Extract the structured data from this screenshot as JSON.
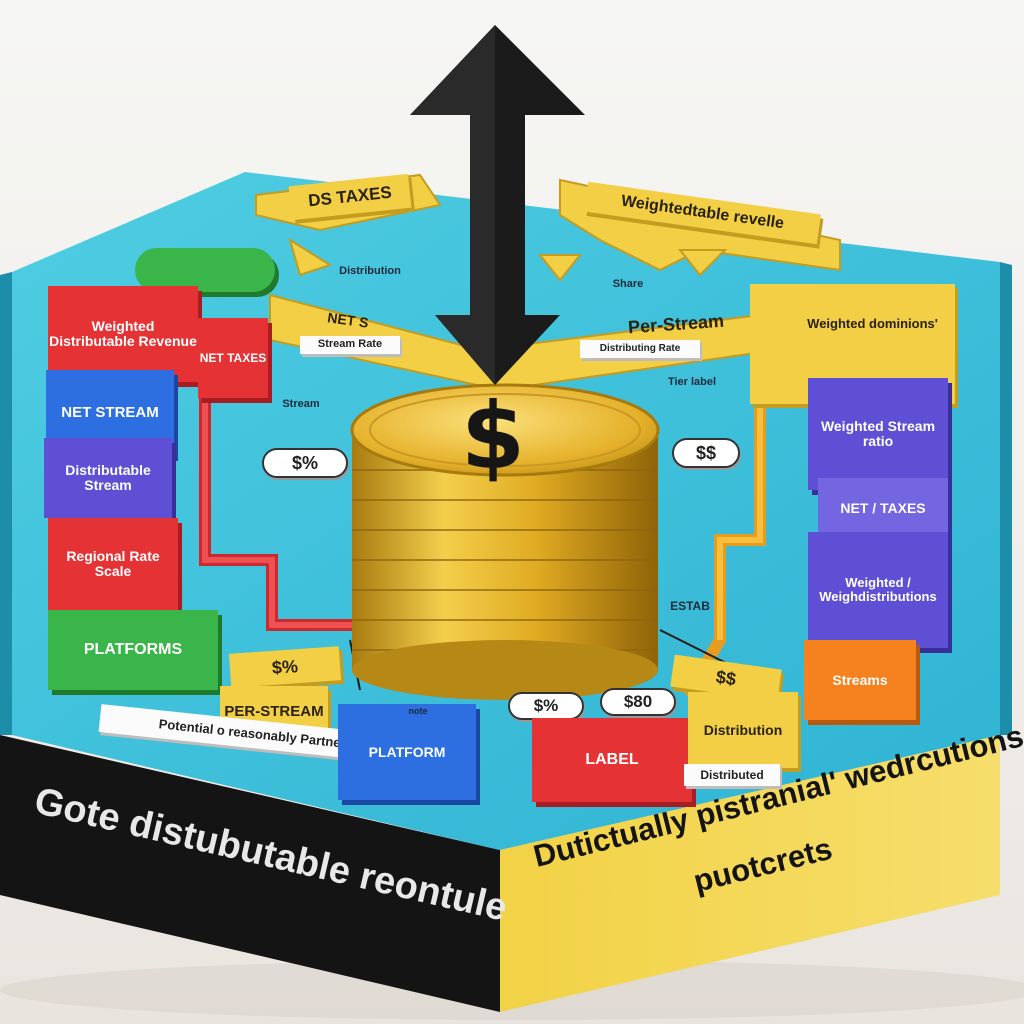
{
  "labels": {
    "tax_arrow": "DS TAXES",
    "weighted_revenue_top": "Weightedtable revelle",
    "green_bubble": "",
    "distribution_center": "Distribution",
    "share_top": "Share",
    "per_stream": "Per-Stream",
    "net_small": "NET S",
    "stream_rate": "Stream Rate",
    "distributing_rate": "Distributing Rate",
    "weighted_distributable_revenue": "Weighted Distributable Revenue",
    "net_taxes_small": "NET TAXES",
    "net_stream": "NET STREAM",
    "distributable_stream": "Distributable Stream",
    "regional_rate": "Regional Rate Scale",
    "platforms": "PLATFORMS",
    "stream_small": "Stream",
    "percent_pill_left": "$%",
    "dollar_pill_right": "$$",
    "notional_label": "Weighted dominions'",
    "weighted_stream_ratio": "Weighted Stream ratio",
    "net_taxes_right": "NET / TAXES",
    "weighted_distributions": "Weighted / Weighdistributions",
    "streams_right": "Streams",
    "estab": "ESTAB",
    "tier_label_right": "Tier label",
    "per_stream_bottom": "PER-STREAM",
    "platform_blue": "PLATFORM",
    "label_red": "LABEL",
    "distribution_bottom": "Distribution",
    "distributed_small": "Distributed",
    "dollar_tag_left": "$%",
    "dollar_tag_right": "$$",
    "pill_bottom_1": "$%",
    "pill_bottom_2": "$80",
    "white_strip": "Potential o reasonably Partnerships",
    "tiny_note": "note",
    "front_left_title": "Gote distubutable reontule",
    "front_right_title_1": "Dutictually pistranial' wedrcutions",
    "front_right_title_2": "puotcrets"
  },
  "icons": {
    "arrow": "up-down-arrow-icon",
    "coins": "coin-stack-icon",
    "dollar": "dollar-sign-icon"
  },
  "colors": {
    "top_face": "#3cc2dc",
    "front_left": "#111111",
    "front_right": "#f2d245",
    "yellow": "#f2cf45",
    "red": "#e53335",
    "blue": "#2d6ee0",
    "purple": "#5f4fd4",
    "green": "#39b54a",
    "orange": "#f5821f",
    "coin": "#d9a620"
  }
}
